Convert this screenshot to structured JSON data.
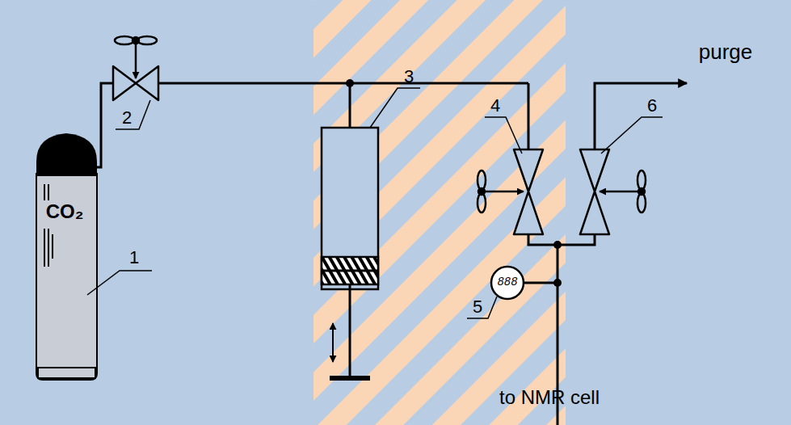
{
  "diagram": {
    "labels": [
      "1",
      "2",
      "3",
      "4",
      "5",
      "6",
      "CO₂",
      "888",
      "purge",
      "to NMR cell"
    ]
  }
}
